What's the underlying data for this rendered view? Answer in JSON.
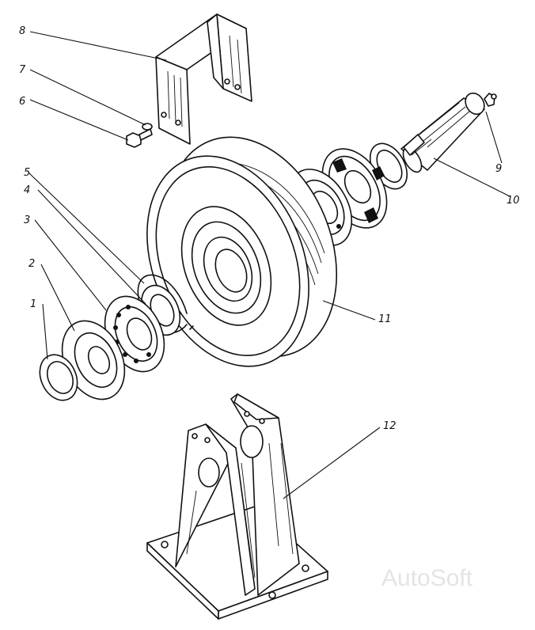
{
  "labels": {
    "p1": "1",
    "p2": "2",
    "p3": "3",
    "p4": "4",
    "p5": "5",
    "p6": "6",
    "p7": "7",
    "p8": "8",
    "p9": "9",
    "p10": "10",
    "p11": "11",
    "p12": "12"
  },
  "watermark": "AutoSoft"
}
